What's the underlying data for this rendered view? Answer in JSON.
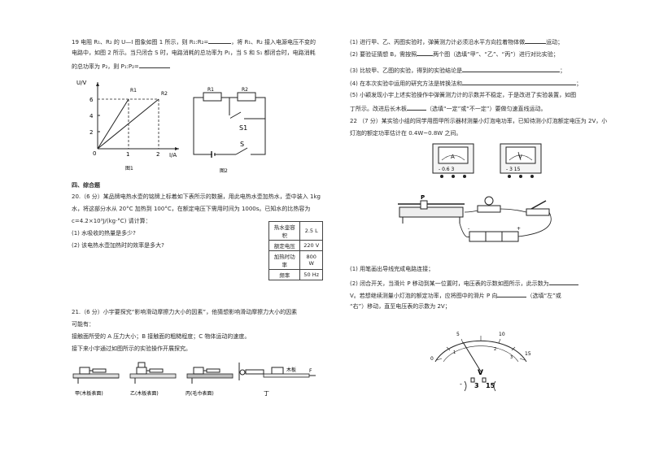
{
  "q19": {
    "line1": "19 电阻 R₁、R₂ 的 U—I 图象如图 1 所示，则 R₁:R₂=",
    "line1b": "，将 R₁、R₂ 接入电源电压不变的",
    "line2": "电路中，如图 2 所示。当只闭合 S 时，电路消耗的总功率为 P₁，当 S 和 S₁ 都闭合时，电路消耗",
    "line3": "的总功率为 P₂，则 P₁:P₂=",
    "graph": {
      "y_axis": "U/V",
      "x_axis": "I/A",
      "origin": "0",
      "y_ticks": [
        "6",
        "4",
        "2"
      ],
      "x_ticks": [
        "1",
        "2"
      ],
      "line_labels": [
        "R1",
        "R2"
      ],
      "caption": "图1"
    },
    "circuit": {
      "labels": [
        "R1",
        "R2",
        "S1",
        "S"
      ],
      "caption": "图2"
    }
  },
  "section4": {
    "title": "四、综合题"
  },
  "q20": {
    "line1": "20.（6 分）某品牌电热水壶的铭牌上标着如下表所示的数据，用此电热水壶加热水，壶中装入 1kg",
    "line2": "水，将这部分水从 20°C 加热到 100°C，在额定电压下需用时间为 1000s。已知水的比热容为",
    "line3": "c=4.2×10³J/(kg·°C) 请计算：",
    "item1": "(1) 水吸收的热量是多少?",
    "item2": "(2) 该电热水壶加热时的效率是多大?",
    "table": [
      [
        "热水壶容积",
        "2.5 L"
      ],
      [
        "额定电压",
        "220 V"
      ],
      [
        "加热时功率",
        "800 W"
      ],
      [
        "频率",
        "50 Hz"
      ]
    ]
  },
  "q21": {
    "line1": "21.（6 分）小宇要探究“影响滑动摩擦力大小的因素”，他猜想影响滑动摩擦力大小的因素",
    "line2": "可能有：",
    "line3": "接触面所受的 A 压力大小；B 接触面的粗糙程度；C 物体运动的速度。",
    "line4": "接下来小宇通过如图所示的实验操作开展探究。",
    "captions": [
      "甲(木板表面)",
      "乙(木板表面)",
      "丙(毛巾表面)",
      "丁"
    ],
    "board_label": "木板",
    "force_label": "F"
  },
  "right": {
    "r1": "(1) 进行甲、乙、丙图实验时，弹簧测力计必须沿水平方向拉着物体做",
    "r1b": "运动；",
    "r2": "(2) 要验证猜想 B，需按照",
    "r2b": "两个图（选填“甲”、“乙”、“丙”）进行对比实验；",
    "r3": "(3) 比较甲、乙图的实验，得到的实验结论是",
    "r3b": "；",
    "r4": "(4) 在本次实验中运用的研究方法是转换法和",
    "r4b": "；",
    "r5": "(5) 小颖发现小宇上述实验操作中弹簧测力计的示数并不稳定，于是改进了实验装置，如图",
    "r5b": "丁所示。改进后长木板",
    "r5c": "（选填“一定”或“不一定”）要做匀速直线运动。",
    "q22a": "22 （7 分）某实验小组的同学用图甲所示器材测量小灯泡电功率，已知待测小灯泡额定电压为 2V，小",
    "q22b": "灯泡的额定功率估计在 0.4W~0.8W 之间。",
    "ammeter": {
      "symbol": "A",
      "terminals": "- 0.6 3"
    },
    "voltmeter": {
      "symbol": "V",
      "terminals": "- 3 15"
    },
    "slider_label": "P",
    "p1": "(1) 用笔画出导线完成电路连接；",
    "p2": "(2) 闭合开关，当滑片 P 移动到某一位置时，电压表的示数如图所示，此示数为",
    "p2b": "V。若想继续测量小灯泡的额定功率，应将图中的滑片 P 向",
    "p2c": "（选填“左”或",
    "p2d": "“右”）移动，直至电压表的示数为 2V；",
    "meter": {
      "symbol": "V",
      "scale": [
        "5",
        "10",
        "15"
      ],
      "inner": [
        "1",
        "2",
        "3"
      ],
      "origin": "0",
      "terminals": [
        "-",
        "3",
        "15"
      ]
    }
  }
}
